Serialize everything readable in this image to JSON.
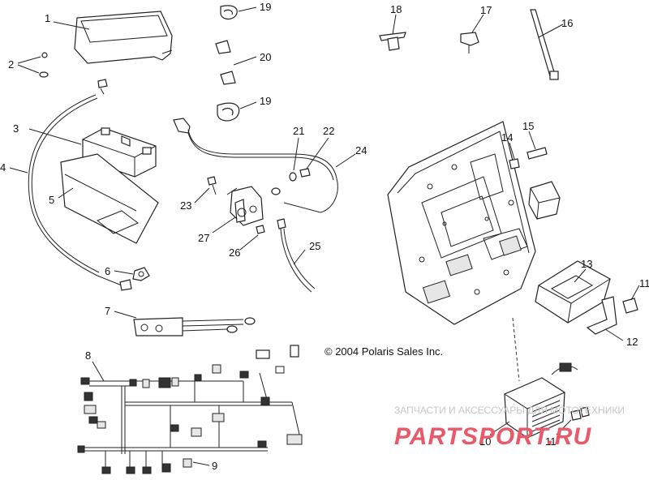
{
  "callouts": [
    {
      "n": "1"
    },
    {
      "n": "2"
    },
    {
      "n": "3"
    },
    {
      "n": "4"
    },
    {
      "n": "5"
    },
    {
      "n": "6"
    },
    {
      "n": "7"
    },
    {
      "n": "8"
    },
    {
      "n": "9"
    },
    {
      "n": "10"
    },
    {
      "n": "11"
    },
    {
      "n": "11"
    },
    {
      "n": "12"
    },
    {
      "n": "13"
    },
    {
      "n": "14"
    },
    {
      "n": "15"
    },
    {
      "n": "16"
    },
    {
      "n": "17"
    },
    {
      "n": "18"
    },
    {
      "n": "19"
    },
    {
      "n": "19"
    },
    {
      "n": "20"
    },
    {
      "n": "21"
    },
    {
      "n": "22"
    },
    {
      "n": "23"
    },
    {
      "n": "24"
    },
    {
      "n": "25"
    },
    {
      "n": "26"
    },
    {
      "n": "27"
    }
  ],
  "copyright": "© 2004 Polaris Sales Inc.",
  "watermark": {
    "tagline": "ЗАПЧАСТИ И АКСЕССУАРЫ ДЛЯ МОТОТЕХНИКИ",
    "brand": "PARTSPORT.RU",
    "brand_color": "#e85a6a"
  }
}
